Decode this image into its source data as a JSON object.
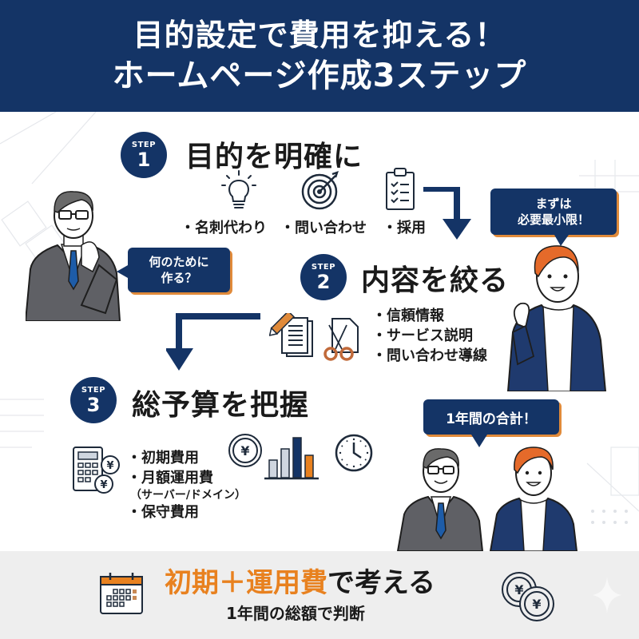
{
  "header": {
    "title_line1": "目的設定で費用を抑える！",
    "title_line2": "ホームページ作成3ステップ"
  },
  "colors": {
    "navy": "#143466",
    "orange": "#e8811f",
    "text": "#1a1a1a",
    "footer_bg": "#eeeeee"
  },
  "steps": [
    {
      "label": "STEP",
      "number": "1",
      "title": "目的を明確に",
      "icons": [
        "lightbulb-icon",
        "target-icon",
        "clipboard-checklist-icon"
      ],
      "items": [
        "・名刺代わり",
        "・問い合わせ",
        "・採用"
      ]
    },
    {
      "label": "STEP",
      "number": "2",
      "title": "内容を絞る",
      "icons": [
        "document-pencil-icon",
        "scissors-document-icon"
      ],
      "items": [
        "・信頼情報",
        "・サービス説明",
        "・問い合わせ導線"
      ]
    },
    {
      "label": "STEP",
      "number": "3",
      "title": "総予算を把握",
      "icons": [
        "calculator-yen-icon",
        "yen-coin-icon",
        "bar-chart-icon",
        "clock-icon"
      ],
      "items": [
        "・初期費用",
        "・月額運用費",
        "（サーバー/ドメイン）",
        "・保守費用"
      ]
    }
  ],
  "bubbles": {
    "manager_question": [
      "何のために",
      "作る？"
    ],
    "young_minimum": [
      "まずは",
      "必要最小限！"
    ],
    "yearly_total": [
      "1年間の合計！"
    ]
  },
  "footer": {
    "highlight": "初期＋運用費",
    "rest": "で考える",
    "subtitle": "1年間の総額で判断",
    "icons": [
      "calendar-icon",
      "yen-coins-icon"
    ]
  }
}
